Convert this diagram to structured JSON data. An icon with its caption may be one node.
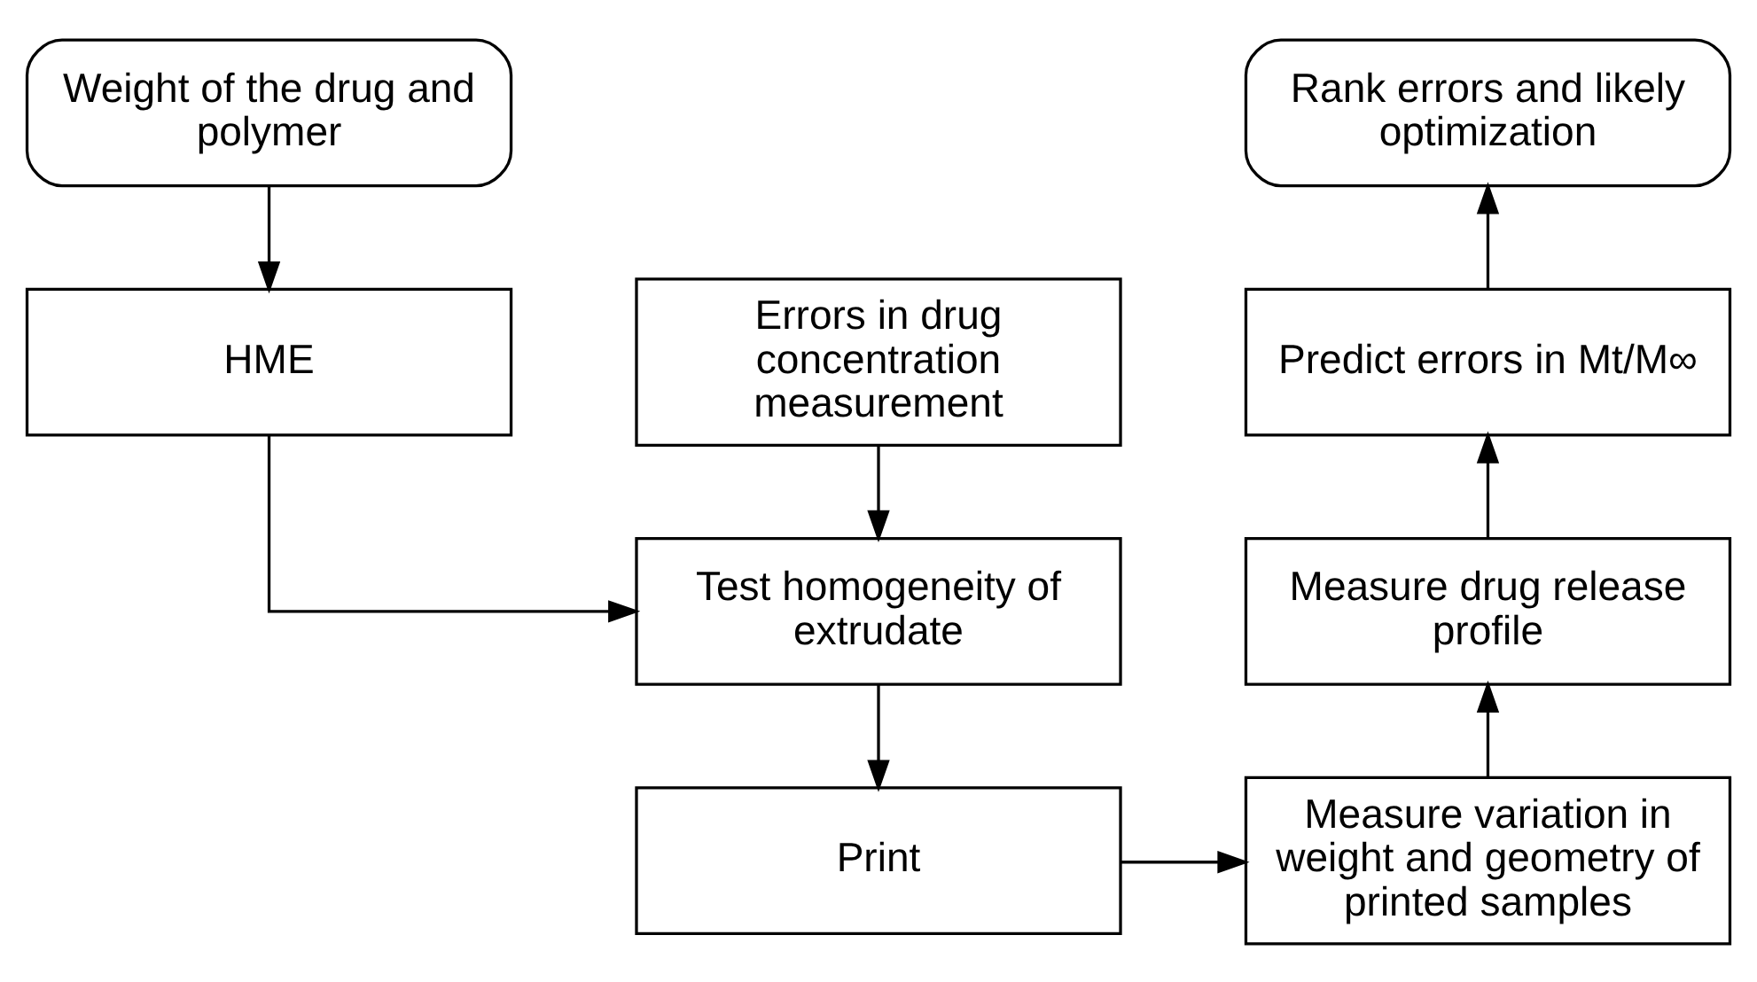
{
  "diagram": {
    "nodes": [
      {
        "text": [
          "Weight of the drug and polymer"
        ]
      },
      {
        "text": [
          "HME"
        ]
      },
      {
        "text": [
          "Errors in drug concentration measurement"
        ]
      },
      {
        "text": [
          "Test homogeneity of extrudate"
        ]
      },
      {
        "text": [
          "Print"
        ]
      },
      {
        "text": [
          "Measure variation in weight and geometry of printed samples"
        ]
      },
      {
        "text": [
          "Measure drug release profile"
        ]
      },
      {
        "text": [
          "Predict errors in Mt/M∞"
        ]
      },
      {
        "text": [
          "Rank errors and likely optimization"
        ]
      }
    ],
    "edges": [
      {
        "from": 0,
        "to": 1,
        "arrow": "to"
      },
      {
        "from": 1,
        "to": 3,
        "arrow": "to"
      },
      {
        "from": 2,
        "to": 3,
        "arrow": "to"
      },
      {
        "from": 3,
        "to": 4,
        "arrow": "to"
      },
      {
        "from": 4,
        "to": 5,
        "arrow": "to"
      },
      {
        "from": 5,
        "to": 6,
        "arrow": "to"
      },
      {
        "from": 6,
        "to": 7,
        "arrow": "to"
      },
      {
        "from": 7,
        "to": 8,
        "arrow": "to"
      }
    ]
  }
}
